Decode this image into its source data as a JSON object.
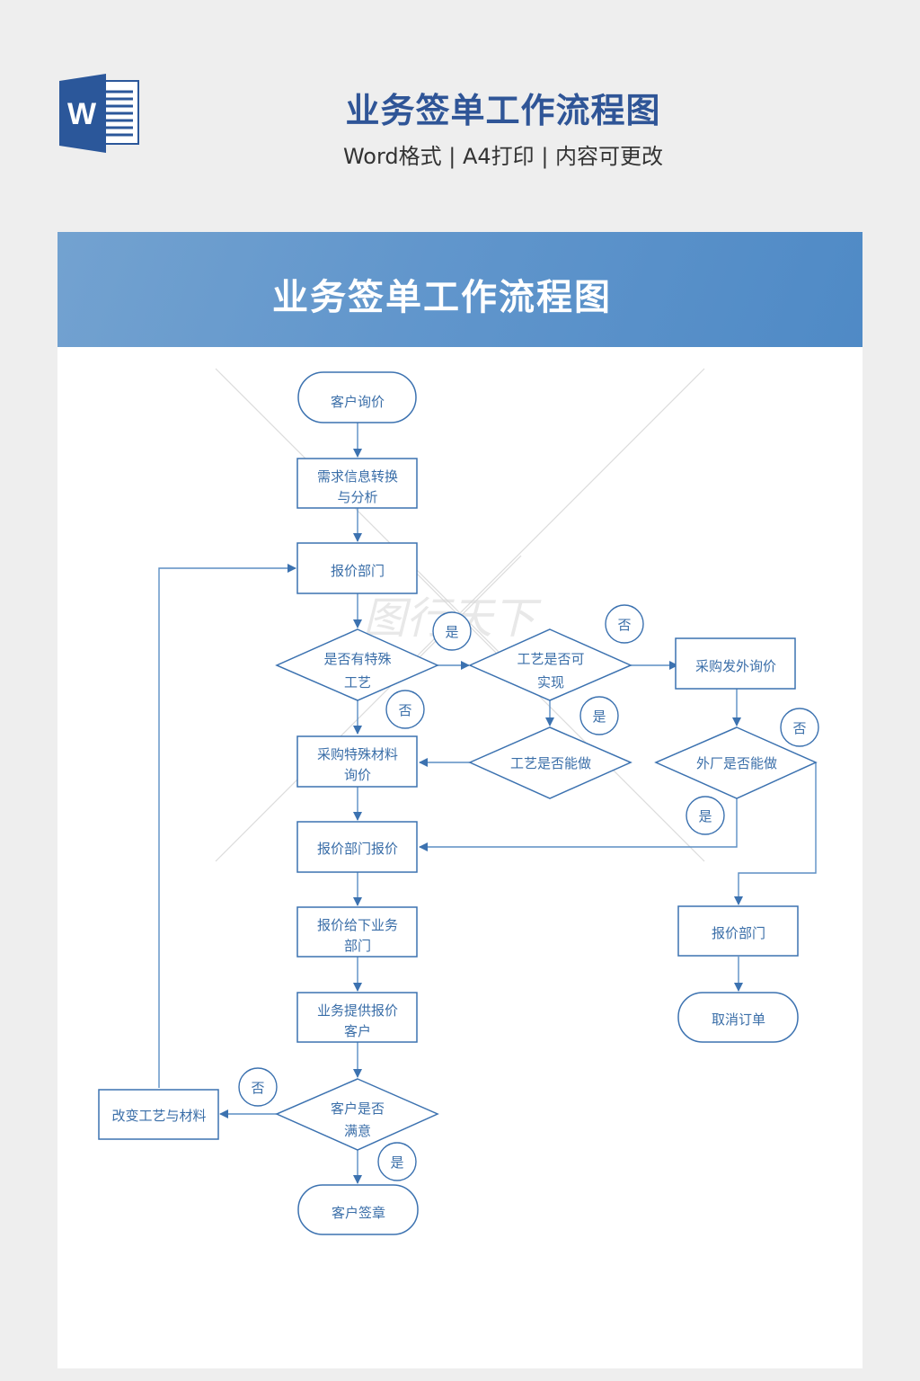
{
  "header": {
    "title": "业务签单工作流程图",
    "subtitle": "Word格式 | A4打印 | 内容可更改",
    "icon": "word-document-icon",
    "icon_letter": "W"
  },
  "banner": {
    "title": "业务签单工作流程图"
  },
  "colors": {
    "brand_blue": "#2f5597",
    "banner_blue": "#5b92cb",
    "shape_stroke": "#3c72b0",
    "text_blue": "#3a6ea8",
    "background": "#eeeeee"
  },
  "watermark": {
    "text": "图行天下"
  },
  "flowchart": {
    "nodes": {
      "start": {
        "type": "terminal",
        "lines": [
          "客户询价"
        ]
      },
      "convert": {
        "type": "process",
        "lines": [
          "需求信息转换",
          "与分析"
        ]
      },
      "quote_dept": {
        "type": "process",
        "lines": [
          "报价部门"
        ]
      },
      "special_craft": {
        "type": "decision",
        "lines": [
          "是否有特殊",
          "工艺"
        ]
      },
      "craft_feasible": {
        "type": "decision",
        "lines": [
          "工艺是否可",
          "实现"
        ]
      },
      "outsource_inquiry": {
        "type": "process",
        "lines": [
          "采购发外询价"
        ]
      },
      "special_material": {
        "type": "process",
        "lines": [
          "采购特殊材料",
          "询价"
        ]
      },
      "craft_doable": {
        "type": "decision",
        "lines": [
          "工艺是否能做"
        ]
      },
      "factory_doable": {
        "type": "decision",
        "lines": [
          "外厂是否能做"
        ]
      },
      "dept_quote": {
        "type": "process",
        "lines": [
          "报价部门报价"
        ]
      },
      "to_sales": {
        "type": "process",
        "lines": [
          "报价给下业务",
          "部门"
        ]
      },
      "to_customer": {
        "type": "process",
        "lines": [
          "业务提供报价",
          "客户"
        ]
      },
      "satisfied": {
        "type": "decision",
        "lines": [
          "客户是否",
          "满意"
        ]
      },
      "change": {
        "type": "process",
        "lines": [
          "改变工艺与材料"
        ]
      },
      "sign": {
        "type": "terminal",
        "lines": [
          "客户签章"
        ]
      },
      "quote_dept_2": {
        "type": "process",
        "lines": [
          "报价部门"
        ]
      },
      "cancel": {
        "type": "terminal",
        "lines": [
          "取消订单"
        ]
      }
    },
    "badges": {
      "yes": "是",
      "no": "否"
    }
  }
}
